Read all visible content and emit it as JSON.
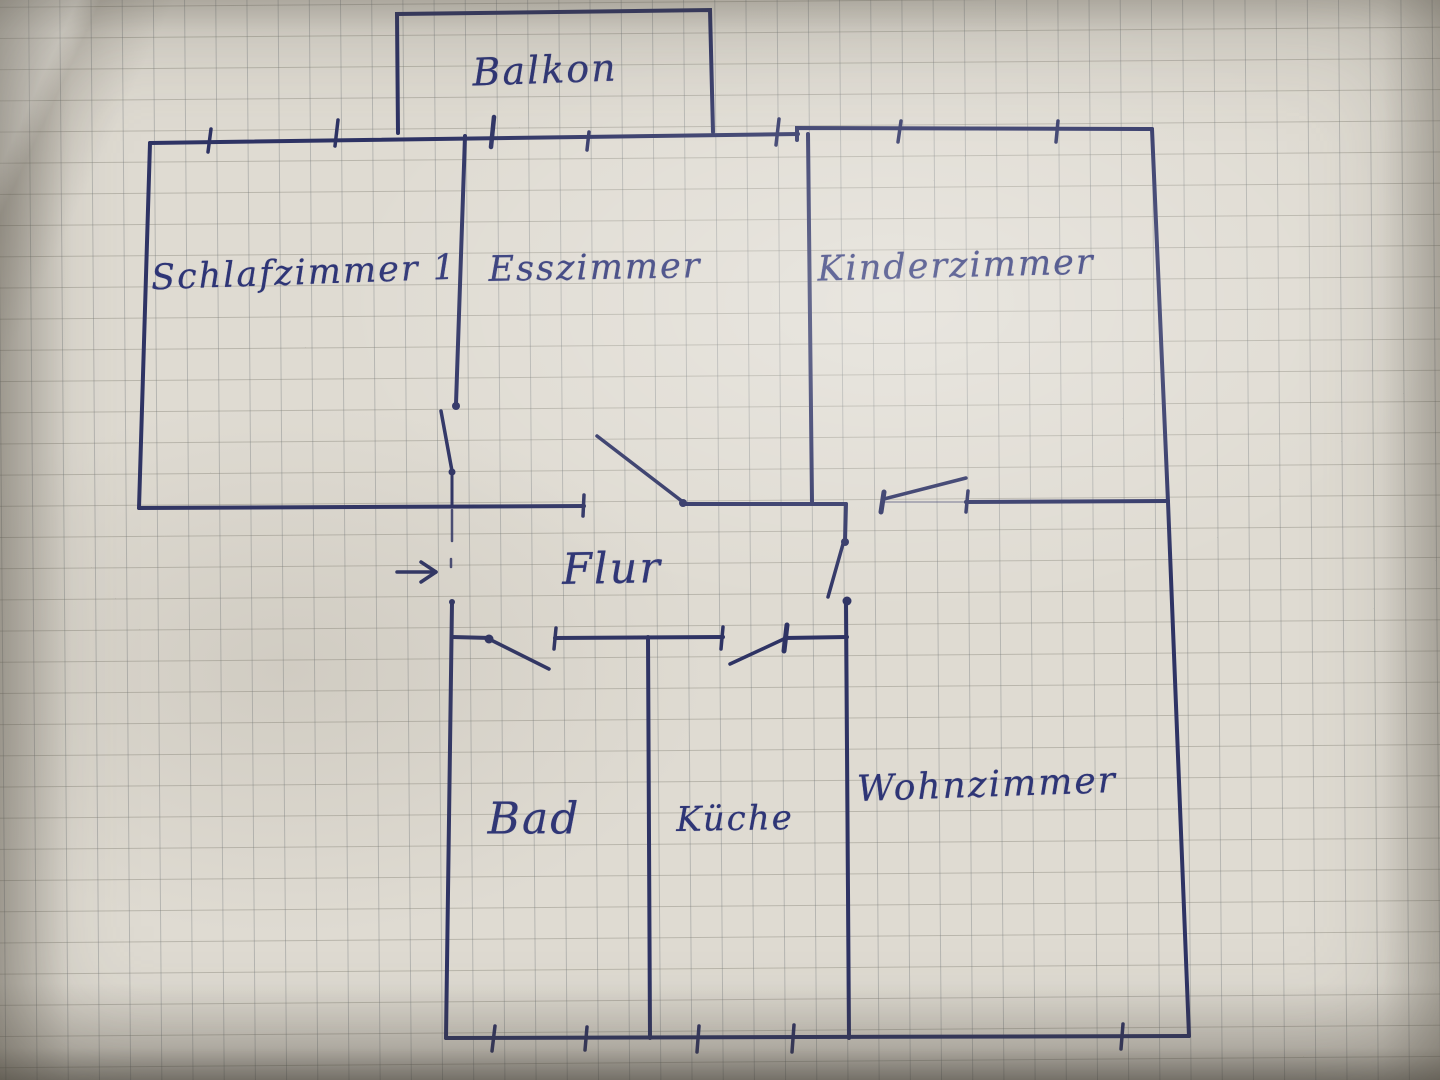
{
  "document": {
    "kind": "hand-drawn apartment floor plan sketch on squared paper",
    "language": "German"
  },
  "colors": {
    "ink": "#2e3364",
    "label_ink": "#2e3576",
    "paper": "#dfdbd2",
    "grid_line": "#767a7c"
  },
  "rooms": [
    {
      "id": "balkon",
      "label": "Balkon"
    },
    {
      "id": "schlafzimmer-1",
      "label": "Schlafzimmer 1"
    },
    {
      "id": "esszimmer",
      "label": "Esszimmer"
    },
    {
      "id": "kinderzimmer",
      "label": "Kinderzimmer"
    },
    {
      "id": "flur",
      "label": "Flur"
    },
    {
      "id": "bad",
      "label": "Bad"
    },
    {
      "id": "kueche",
      "label": "Küche"
    },
    {
      "id": "wohnzimmer",
      "label": "Wohnzimmer"
    }
  ],
  "annotations": {
    "entrance_arrow": "→",
    "entrance_note": "arrow pointing right into the Flur (apartment entrance)"
  }
}
